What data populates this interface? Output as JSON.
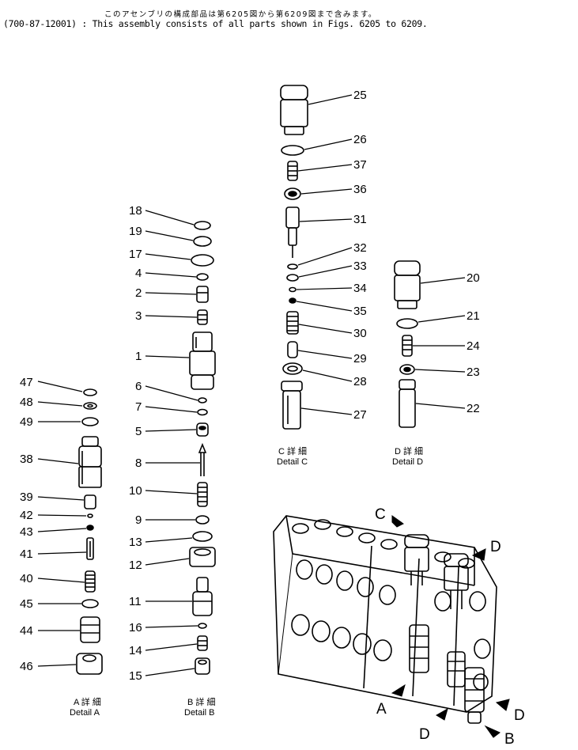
{
  "header": {
    "japanese_note": "このアセンブリの構成部品は第6205図から第6209図まで含みます。",
    "part_number": "(700-87-12001) :",
    "english_note": "This assembly consists of all parts shown in Figs. 6205 to 6209."
  },
  "parts": {
    "p1": "1",
    "p2": "2",
    "p3": "3",
    "p4": "4",
    "p5": "5",
    "p6": "6",
    "p7": "7",
    "p8": "8",
    "p9": "9",
    "p10": "10",
    "p11": "11",
    "p12": "12",
    "p13": "13",
    "p14": "14",
    "p15": "15",
    "p16": "16",
    "p17": "17",
    "p18": "18",
    "p19": "19",
    "p20": "20",
    "p21": "21",
    "p22": "22",
    "p23": "23",
    "p24": "24",
    "p25": "25",
    "p26": "26",
    "p27": "27",
    "p28": "28",
    "p29": "29",
    "p30": "30",
    "p31": "31",
    "p32": "32",
    "p33": "33",
    "p34": "34",
    "p35": "35",
    "p36": "36",
    "p37": "37",
    "p38": "38",
    "p39": "39",
    "p40": "40",
    "p41": "41",
    "p42": "42",
    "p43": "43",
    "p44": "44",
    "p45": "45",
    "p46": "46",
    "p47": "47",
    "p48": "48",
    "p49": "49"
  },
  "details": {
    "a_jp": "A 詳 細",
    "a_en": "Detail A",
    "b_jp": "B 詳 細",
    "b_en": "Detail B",
    "c_jp": "C 詳 細",
    "c_en": "Detail C",
    "d_jp": "D 詳 細",
    "d_en": "Detail D"
  },
  "callouts": {
    "a": "A",
    "b": "B",
    "c": "C",
    "d": "D"
  }
}
